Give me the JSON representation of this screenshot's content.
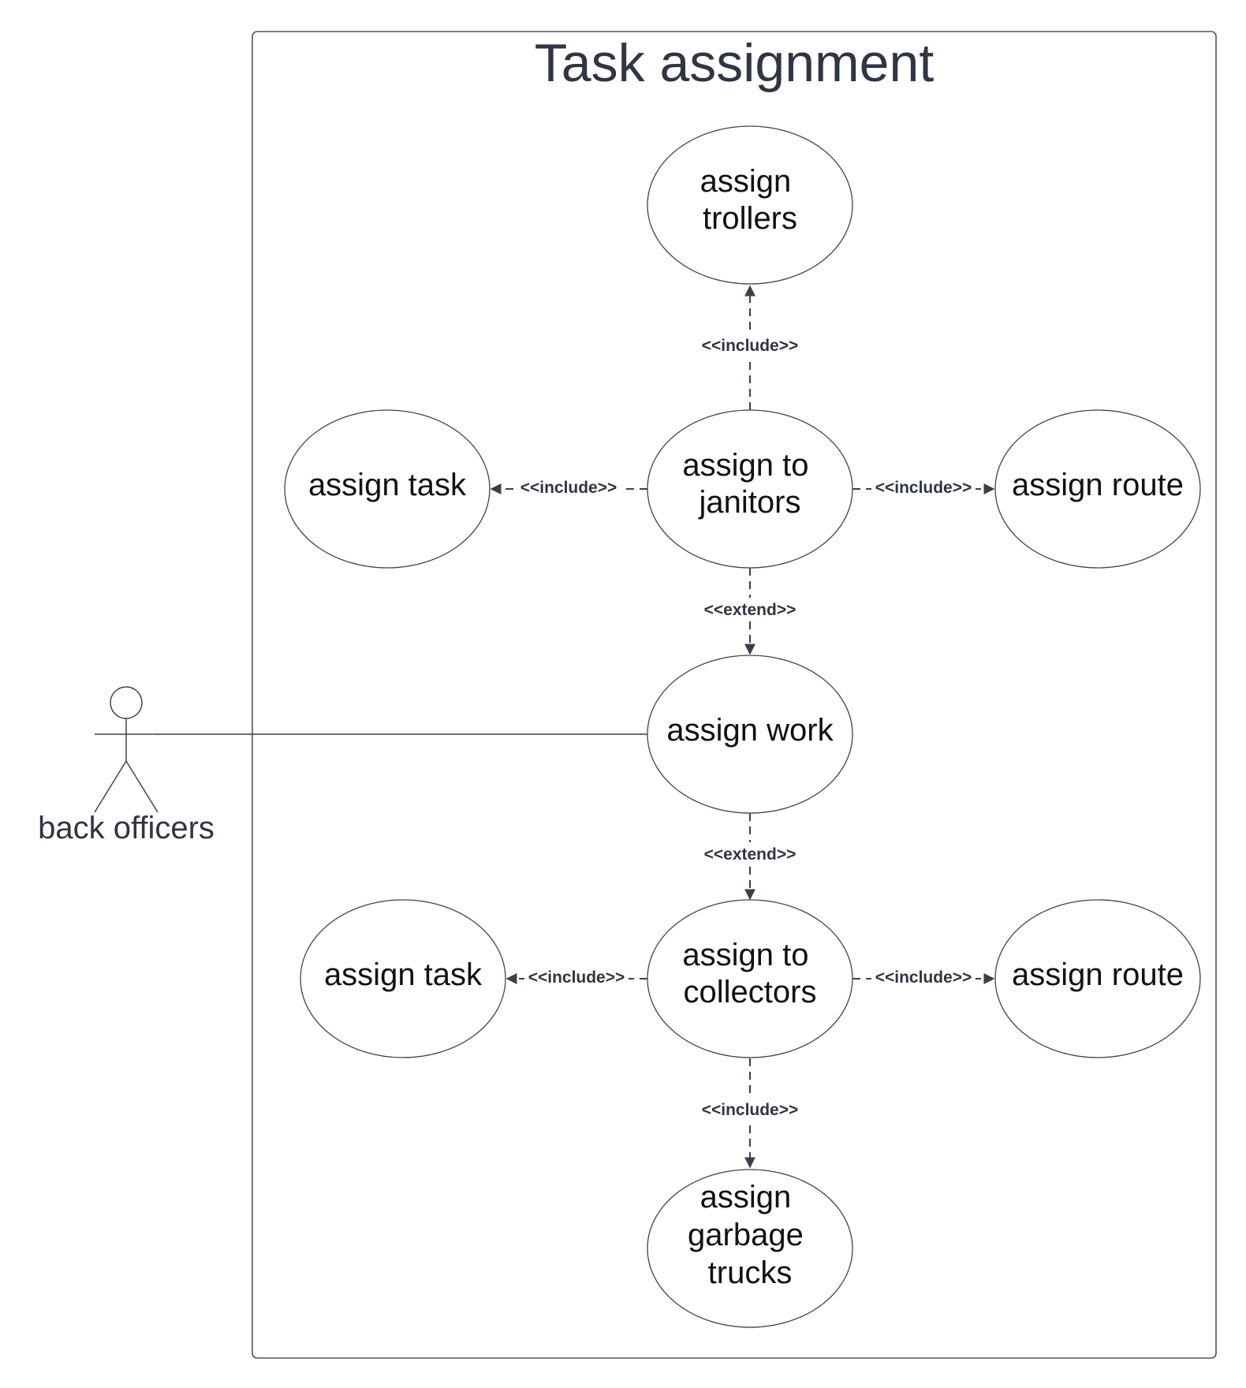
{
  "diagram": {
    "title": "Task assignment",
    "actor": {
      "name": "back officers"
    },
    "use_cases": [
      {
        "id": "trollers",
        "lines": [
          "assign",
          "trollers"
        ]
      },
      {
        "id": "task_janitors",
        "lines": [
          "assign task"
        ]
      },
      {
        "id": "janitors",
        "lines": [
          "assign to",
          "janitors"
        ]
      },
      {
        "id": "route_janitors",
        "lines": [
          "assign route"
        ]
      },
      {
        "id": "work",
        "lines": [
          "assign work"
        ]
      },
      {
        "id": "task_collectors",
        "lines": [
          "assign task"
        ]
      },
      {
        "id": "collectors",
        "lines": [
          "assign to",
          "collectors"
        ]
      },
      {
        "id": "route_collectors",
        "lines": [
          "assign route"
        ]
      },
      {
        "id": "trucks",
        "lines": [
          "assign",
          "garbage",
          "trucks"
        ]
      }
    ],
    "relations": [
      {
        "from": "janitors",
        "to": "trollers",
        "label": "<<include>>"
      },
      {
        "from": "janitors",
        "to": "task_janitors",
        "label": "<<include>>"
      },
      {
        "from": "janitors",
        "to": "route_janitors",
        "label": "<<include>>"
      },
      {
        "from": "janitors",
        "to": "work",
        "label": "<<extend>>"
      },
      {
        "from": "work",
        "to": "collectors",
        "label": "<<extend>>"
      },
      {
        "from": "collectors",
        "to": "task_collectors",
        "label": "<<include>>"
      },
      {
        "from": "collectors",
        "to": "route_collectors",
        "label": "<<include>>"
      },
      {
        "from": "collectors",
        "to": "trucks",
        "label": "<<include>>"
      }
    ],
    "associations": [
      {
        "actor": "back officers",
        "use_case": "work"
      }
    ]
  }
}
